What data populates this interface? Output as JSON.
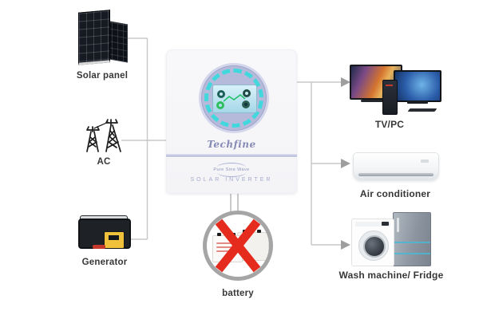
{
  "diagram": {
    "background": "#ffffff",
    "line_color": "#c9c9c9",
    "arrow_color": "#9e9e9e"
  },
  "sources": [
    {
      "id": "solar-panel",
      "label": "Solar panel",
      "icon": "solar-panel-icon"
    },
    {
      "id": "ac-grid",
      "label": "AC",
      "icon": "power-towers-icon"
    },
    {
      "id": "generator",
      "label": "Generator",
      "icon": "generator-icon"
    }
  ],
  "inverter": {
    "brand": "Techfine",
    "logo_text": "Pure Sine Wave",
    "subtitle": "SOLAR INVERTER",
    "bezel_color": "#b6bada",
    "tick_color": "#41d8dd",
    "lcd_color": "#a6d7e9",
    "body_color": "#f7f7fa"
  },
  "battery": {
    "label": "battery",
    "cross_color": "#e42b1e",
    "ring_color": "#a5a5a5"
  },
  "loads": [
    {
      "id": "tv-pc",
      "label": "TV/PC",
      "icon": "tv-pc-icon"
    },
    {
      "id": "air-conditioner",
      "label": "Air conditioner",
      "icon": "air-conditioner-icon"
    },
    {
      "id": "wash-fridge",
      "label": "Wash machine/ Fridge",
      "icon": "washer-fridge-icon"
    }
  ]
}
